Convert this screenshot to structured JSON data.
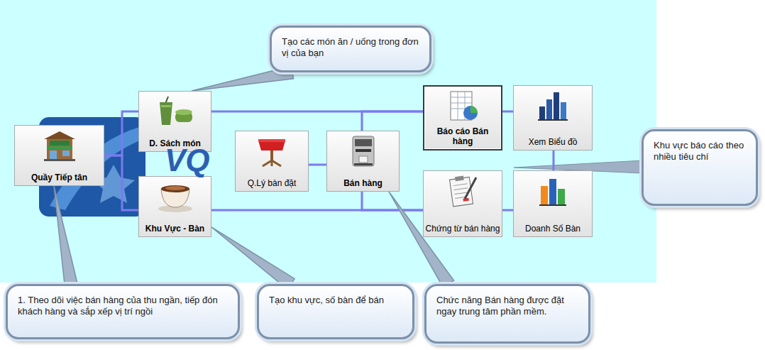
{
  "diagram": {
    "nodes": [
      {
        "text": [
          "Quầy Tiếp tân"
        ]
      },
      {
        "text": [
          "D. Sách món"
        ]
      },
      {
        "text": [
          "Khu Vực - Bàn"
        ]
      },
      {
        "text": [
          "Q.Lý bàn đặt"
        ]
      },
      {
        "text": [
          "Bán hàng"
        ]
      },
      {
        "text": [
          "Báo cáo Bán hàng"
        ]
      },
      {
        "text": [
          "Xem Biểu đồ"
        ]
      },
      {
        "text": [
          "Chứng từ bán hàng"
        ]
      },
      {
        "text": [
          "Doanh Số Bàn"
        ]
      },
      {
        "text": [
          "Tạo các món ăn / uống trong đơn vị của bạn"
        ]
      },
      {
        "text": [
          "Khu vực báo cáo theo nhiều tiêu chí"
        ]
      },
      {
        "text": [
          "1. Theo dõi việc bán hàng của thu ngần, tiếp đón khách hàng và sắp xếp vị trí ngồi"
        ]
      },
      {
        "text": [
          "Tạo khu vực, số bàn để bán"
        ]
      },
      {
        "text": [
          "Chức năng Bán hàng được đặt ngay trung tâm phần mềm."
        ]
      }
    ],
    "edges": [
      {
        "from": 0,
        "to": 1,
        "arrow": "none"
      },
      {
        "from": 0,
        "to": 2,
        "arrow": "none"
      },
      {
        "from": 1,
        "to": 5,
        "arrow": "none"
      },
      {
        "from": 5,
        "to": 6,
        "arrow": "none"
      },
      {
        "from": 2,
        "to": 7,
        "arrow": "none"
      },
      {
        "from": 7,
        "to": 8,
        "arrow": "none"
      },
      {
        "from": 6,
        "to": 8,
        "arrow": "none"
      },
      {
        "from": 3,
        "to": 4,
        "arrow": "none"
      },
      {
        "from": 4,
        "to": 5,
        "arrow": "none"
      },
      {
        "from": 4,
        "to": 7,
        "arrow": "none"
      },
      {
        "from": 9,
        "to": 1,
        "arrow": "none"
      },
      {
        "from": 11,
        "to": 0,
        "arrow": "none"
      },
      {
        "from": 12,
        "to": 2,
        "arrow": "none"
      },
      {
        "from": 13,
        "to": 4,
        "arrow": "none"
      }
    ],
    "labels": [
      "VQ"
    ]
  }
}
